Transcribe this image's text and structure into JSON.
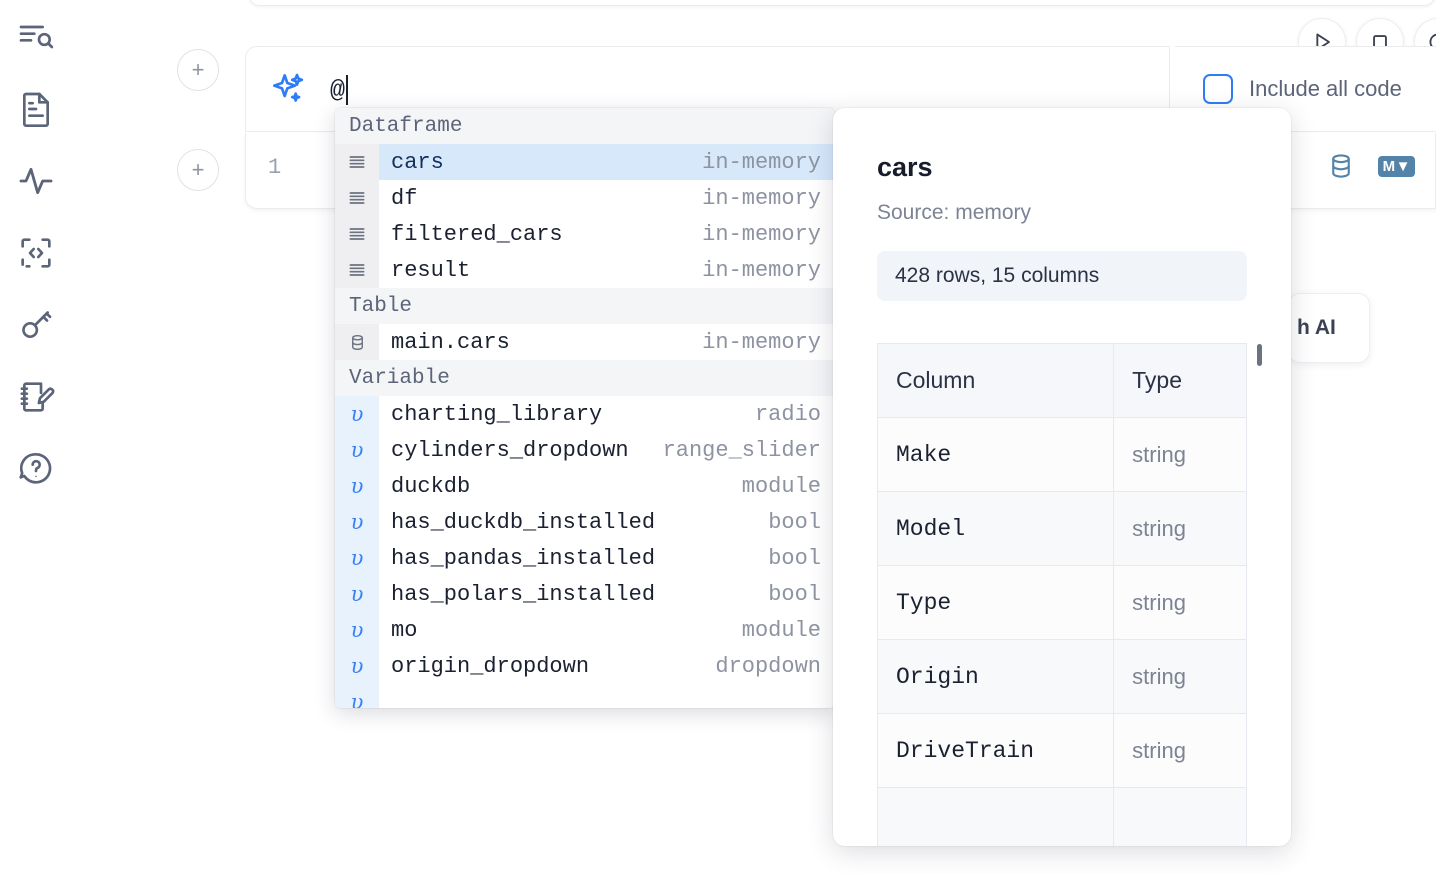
{
  "rail": {
    "items": [
      {
        "name": "file-explorer-icon",
        "label": "Explore files"
      },
      {
        "name": "document-icon",
        "label": "Notebook"
      },
      {
        "name": "activity-icon",
        "label": "Activity"
      },
      {
        "name": "code-snippet-icon",
        "label": "Snippets"
      },
      {
        "name": "key-icon",
        "label": "Secrets"
      },
      {
        "name": "scratchpad-icon",
        "label": "Scratchpad"
      },
      {
        "name": "help-icon",
        "label": "Help"
      }
    ]
  },
  "toolbar": {
    "run_label": "Run",
    "stop_label": "Stop",
    "more_label": "More",
    "add_cell_label": "+",
    "include_all_code_label": "Include all code",
    "include_all_code_checked": false
  },
  "ai_prompt": {
    "icon": "sparkle-icon",
    "value": "@",
    "placeholder": ""
  },
  "cell": {
    "line_number": "1",
    "database_icon": "database-icon",
    "markdown_icon": "markdown-icon",
    "markdown_label": "M",
    "ai_chip_label": "h AI"
  },
  "autocomplete": {
    "groups": [
      {
        "label": "Dataframe",
        "icon": "dataframe-icon",
        "items": [
          {
            "name": "cars",
            "type": "in-memory",
            "selected": true
          },
          {
            "name": "df",
            "type": "in-memory",
            "selected": false
          },
          {
            "name": "filtered_cars",
            "type": "in-memory",
            "selected": false
          },
          {
            "name": "result",
            "type": "in-memory",
            "selected": false
          }
        ]
      },
      {
        "label": "Table",
        "icon": "table-icon",
        "items": [
          {
            "name": "main.cars",
            "type": "in-memory",
            "selected": false
          }
        ]
      },
      {
        "label": "Variable",
        "icon": "variable-icon",
        "items": [
          {
            "name": "charting_library",
            "type": "radio",
            "selected": false
          },
          {
            "name": "cylinders_dropdown",
            "type": "range_slider",
            "selected": false
          },
          {
            "name": "duckdb",
            "type": "module",
            "selected": false
          },
          {
            "name": "has_duckdb_installed",
            "type": "bool",
            "selected": false
          },
          {
            "name": "has_pandas_installed",
            "type": "bool",
            "selected": false
          },
          {
            "name": "has_polars_installed",
            "type": "bool",
            "selected": false
          },
          {
            "name": "mo",
            "type": "module",
            "selected": false
          },
          {
            "name": "origin_dropdown",
            "type": "dropdown",
            "selected": false
          },
          {
            "name": "",
            "type": "",
            "selected": false
          }
        ]
      }
    ],
    "variable_glyph": "υ"
  },
  "info_panel": {
    "title": "cars",
    "source": "Source: memory",
    "shape": "428 rows, 15 columns",
    "columns_header": "Column",
    "type_header": "Type",
    "rows": [
      {
        "column": "Make",
        "type": "string"
      },
      {
        "column": "Model",
        "type": "string"
      },
      {
        "column": "Type",
        "type": "string"
      },
      {
        "column": "Origin",
        "type": "string"
      },
      {
        "column": "DriveTrain",
        "type": "string"
      },
      {
        "column": "",
        "type": ""
      }
    ]
  },
  "colors": {
    "accent": "#2f7df6",
    "selected_row": "#d7e8fb",
    "icon_gutter": "#efeff1",
    "variable_gutter": "#e8f2fc",
    "muted_text": "#8d93a1",
    "cell_icon": "#5383a8"
  }
}
